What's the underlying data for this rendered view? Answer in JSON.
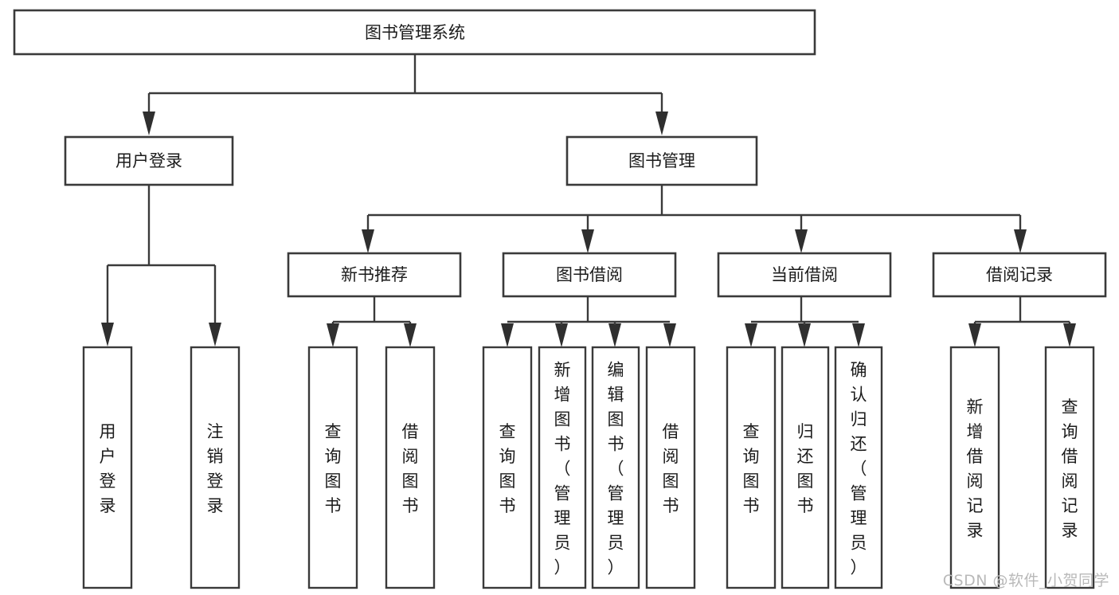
{
  "diagram": {
    "title": "图书管理系统",
    "type": "hierarchy-tree",
    "orientation": "top-down",
    "colors": {
      "box_stroke": "#3a3a3a",
      "box_fill": "#ffffff",
      "connector": "#3a3a3a",
      "text": "#1b1b1b",
      "watermark": "#b9b9b9",
      "background": "#ffffff"
    },
    "root": {
      "label": "图书管理系统",
      "orientation": "horizontal"
    },
    "level2": [
      {
        "label": "用户登录",
        "orientation": "horizontal"
      },
      {
        "label": "图书管理",
        "orientation": "horizontal"
      }
    ],
    "level3": [
      {
        "label": "新书推荐",
        "orientation": "horizontal"
      },
      {
        "label": "图书借阅",
        "orientation": "horizontal"
      },
      {
        "label": "当前借阅",
        "orientation": "horizontal"
      },
      {
        "label": "借阅记录",
        "orientation": "horizontal"
      }
    ],
    "leaves": {
      "user_login": [
        {
          "label": "用户登录",
          "orientation": "vertical"
        },
        {
          "label": "注销登录",
          "orientation": "vertical"
        }
      ],
      "new_book_recommend": [
        {
          "label": "查询图书",
          "orientation": "vertical"
        },
        {
          "label": "借阅图书",
          "orientation": "vertical"
        }
      ],
      "book_borrow": [
        {
          "label": "查询图书",
          "orientation": "vertical"
        },
        {
          "label": "新增图书（管理员）",
          "orientation": "vertical"
        },
        {
          "label": "编辑图书（管理员）",
          "orientation": "vertical"
        },
        {
          "label": "借阅图书",
          "orientation": "vertical"
        }
      ],
      "current_borrow": [
        {
          "label": "查询图书",
          "orientation": "vertical"
        },
        {
          "label": "归还图书",
          "orientation": "vertical"
        },
        {
          "label": "确认归还（管理员）",
          "orientation": "vertical"
        }
      ],
      "borrow_record": [
        {
          "label": "新增借阅记录",
          "orientation": "vertical"
        },
        {
          "label": "查询借阅记录",
          "orientation": "vertical"
        }
      ]
    }
  },
  "watermark": {
    "text": "CSDN @软件_小贺同学"
  }
}
